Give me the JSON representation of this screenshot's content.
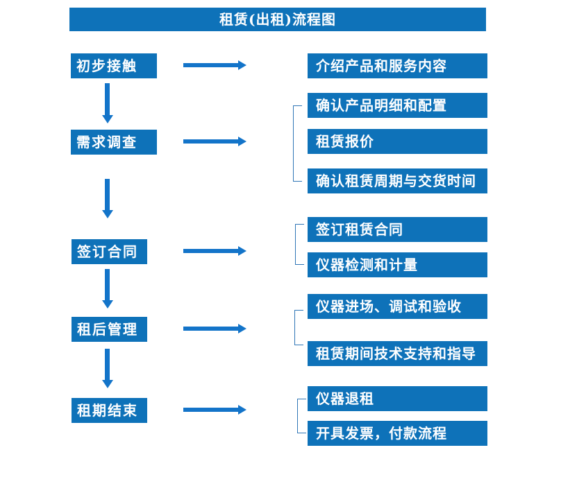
{
  "title": "租赁(出租)流程图",
  "colors": {
    "box_blue": "#0e72b9",
    "arrow_blue": "#1374c9",
    "bracket_blue": "#2e75b6",
    "text_white": "#ffffff"
  },
  "steps": [
    {
      "label": "初步接触",
      "details": [
        "介绍产品和服务内容"
      ]
    },
    {
      "label": "需求调查",
      "details": [
        "确认产品明细和配置",
        "租赁报价",
        "确认租赁周期与交货时间"
      ]
    },
    {
      "label": "签订合同",
      "details": [
        "签订租赁合同",
        "仪器检测和计量"
      ]
    },
    {
      "label": "租后管理",
      "details": [
        "仪器进场、调试和验收",
        "租赁期间技术支持和指导"
      ]
    },
    {
      "label": "租期结束",
      "details": [
        "仪器退租",
        "开具发票，付款流程"
      ]
    }
  ]
}
